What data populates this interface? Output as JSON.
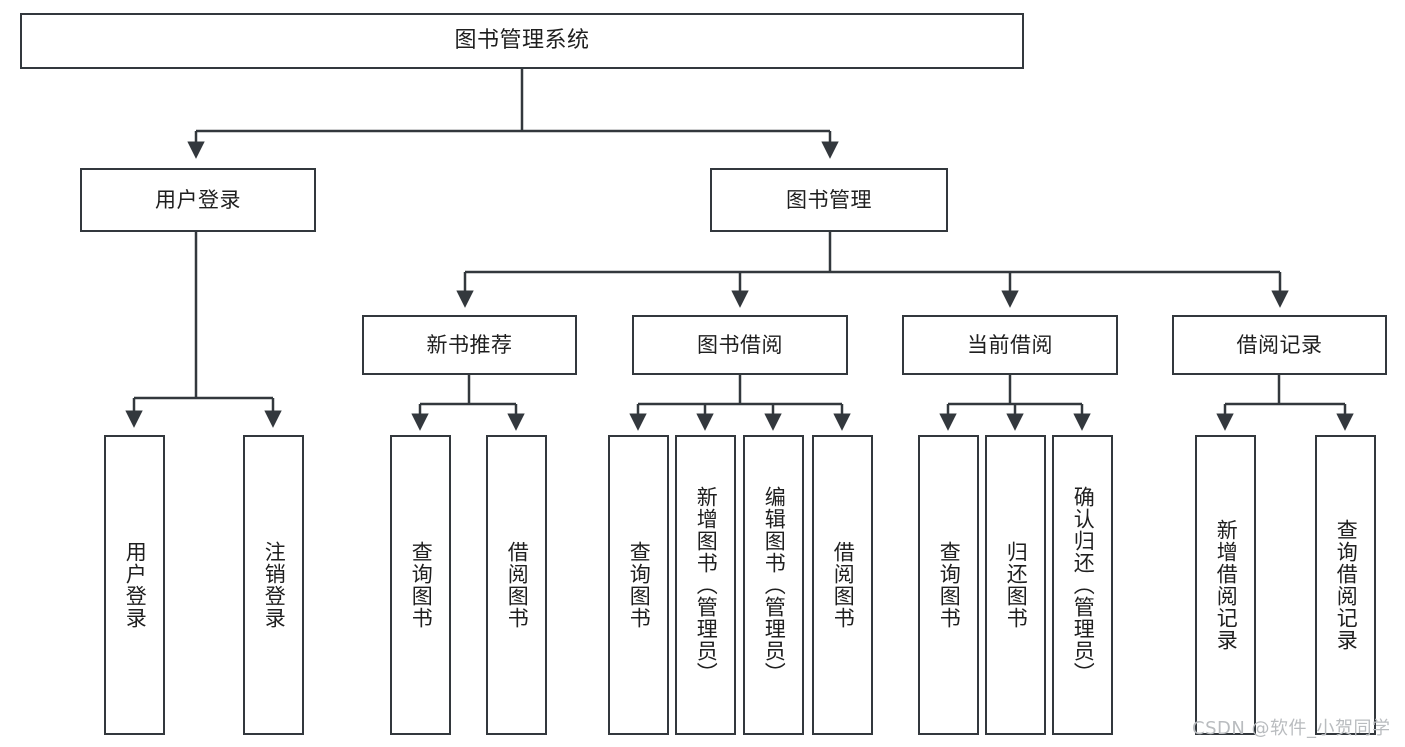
{
  "diagram": {
    "title": "图书管理系统",
    "watermark": "CSDN @软件_小贺同学",
    "colors": {
      "box_border": "#33383d",
      "text": "#1f1f1f",
      "connector": "#33383d",
      "background": "#ffffff",
      "watermark": "#b9bcbf"
    },
    "levels": {
      "root": "图书管理系统",
      "level2": [
        "用户登录",
        "图书管理"
      ],
      "level3": [
        "新书推荐",
        "图书借阅",
        "当前借阅",
        "借阅记录"
      ]
    },
    "nodes": {
      "root": "图书管理系统",
      "user_login": "用户登录",
      "book_manage": "图书管理",
      "new_book_rec": "新书推荐",
      "book_borrow": "图书借阅",
      "current_borrow": "当前借阅",
      "borrow_record": "借阅记录",
      "leaf_user_login": "用户登录",
      "leaf_logout": "注销登录",
      "leaf_query_book_1": "查询图书",
      "leaf_borrow_book_1": "借阅图书",
      "leaf_query_book_2": "查询图书",
      "leaf_add_book_admin": "新增图书（管理员）",
      "leaf_edit_book_admin": "编辑图书（管理员）",
      "leaf_borrow_book_2": "借阅图书",
      "leaf_query_book_3": "查询图书",
      "leaf_return_book": "归还图书",
      "leaf_confirm_return_admin": "确认归还（管理员）",
      "leaf_add_record": "新增借阅记录",
      "leaf_query_record": "查询借阅记录"
    }
  }
}
